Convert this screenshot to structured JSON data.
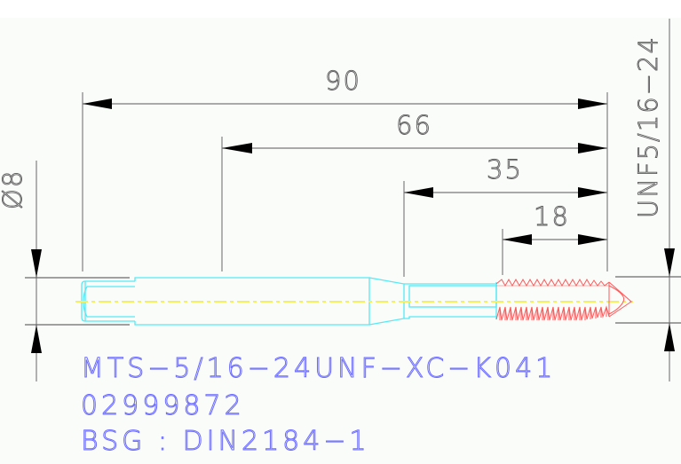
{
  "drawing": {
    "colors": {
      "background": "#fafcfa",
      "dimension": "#555555",
      "dimension_text": "#5a5a5a",
      "body_outline": "#55eaf5",
      "centerline": "#f5f060",
      "thread": "#ff5a5a",
      "label": "#6b6bff"
    },
    "dimensions": {
      "overall_length": "90",
      "shank_to_tip": "66",
      "neck_to_tip": "35",
      "thread_length": "18",
      "shank_diameter": "Ø8",
      "thread_spec": "UNF5/16−24"
    },
    "labels": {
      "line1": "MTS−5/16−24UNF−XC−K041",
      "line2": "02999872",
      "line3": "BSG : DIN2184−1"
    }
  }
}
